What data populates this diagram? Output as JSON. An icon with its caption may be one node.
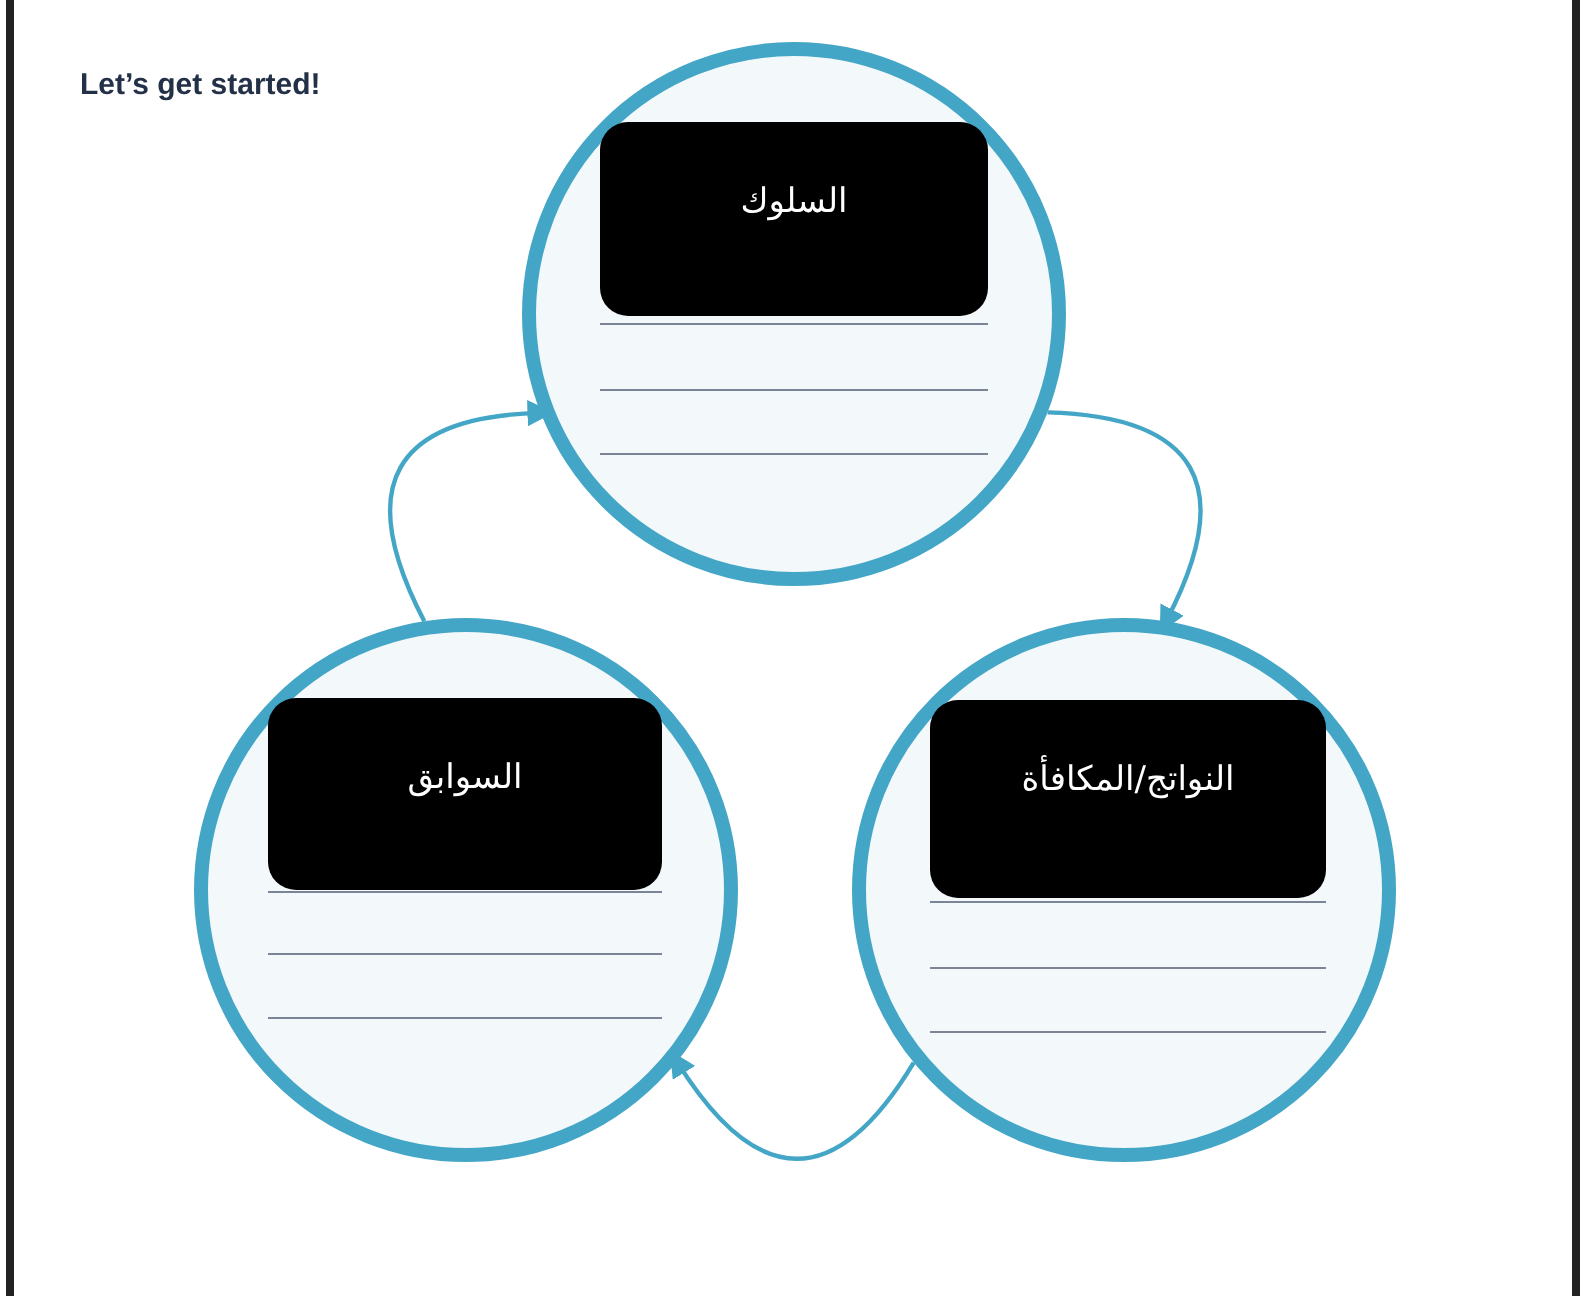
{
  "diagram": {
    "title": "Let’s get started!",
    "nodes": [
      {
        "text": [],
        "shape": "circle"
      },
      {
        "text": [
          "السلوك"
        ],
        "in": 0
      },
      {
        "text": [],
        "shape": "circle"
      },
      {
        "text": [
          "السوابق"
        ],
        "in": 2
      },
      {
        "text": [],
        "shape": "circle"
      },
      {
        "text": [
          "النواتج/المكافأة"
        ],
        "in": 4
      }
    ],
    "edges": [
      {
        "from": 2,
        "to": 0,
        "arrow": "to"
      },
      {
        "from": 0,
        "to": 4,
        "arrow": "to"
      },
      {
        "from": 4,
        "to": 2,
        "arrow": "to"
      }
    ]
  }
}
